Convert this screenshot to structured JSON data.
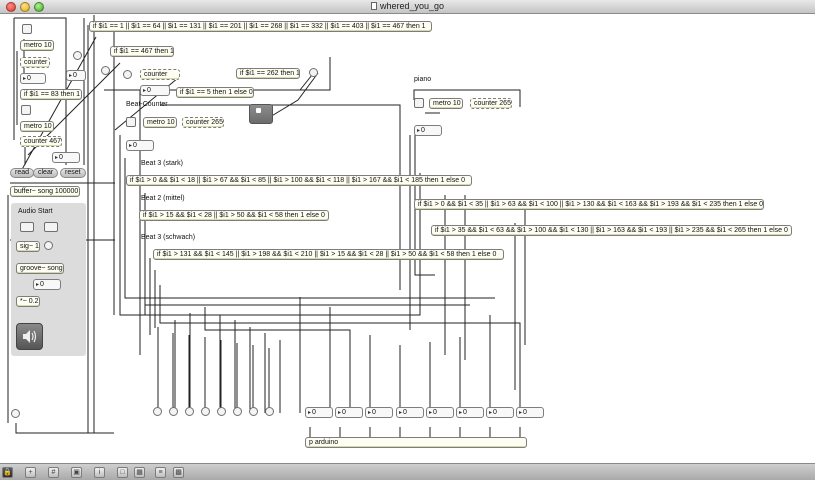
{
  "window": {
    "title": "whered_you_go"
  },
  "objects": {
    "cond_top": "if $i1 == 1 || $i1 == 64 || $i1 == 131 || $i1 == 201 || $i1 == 268 || $i1 == 332 || $i1 == 403 || $i1 == 467 then 1",
    "metro_a": "metro 10",
    "counter_a": "counter",
    "num_a": "0",
    "num_a2": "0",
    "cond_83": "if $i1 == 83 then 1",
    "metro_b": "metro 10",
    "counter_467": "counter 467",
    "num_b": "0",
    "cond_467": "if $i1 == 467 then 1",
    "counter_c": "counter",
    "num_c": "0",
    "cond_262": "if $i1 == 262 then 1",
    "cond_5": "if $i1 == 5 then 1 else 0",
    "beat_counter_label": "Beat-Counter",
    "metro_d": "metro 10",
    "counter_265_d": "counter 265",
    "num_d": "0",
    "piano_label": "piano",
    "metro_e": "metro 10",
    "counter_265_e": "counter 265",
    "num_e": "0",
    "beat3_stark_label": "Beat 3 (stark)",
    "cond_stark": "if $i1 > 0 && $i1 < 18 || $i1 > 67 && $i1 < 85 || $i1 > 100 && $i1 < 118 || $i1 > 167 && $i1 < 185 then 1 else 0",
    "beat2_label": "Beat 2 (mittel)",
    "cond_mittel": "if $i1 > 15 && $i1 < 28 || $i1 > 50 && $i1 < 58 then 1 else 0",
    "beat3_schwach_label": "Beat 3 (schwach)",
    "cond_schwach": "if $i1 > 131 && $i1 < 145 || $i1 > 198 && $i1 < 210 || $i1 > 15 && $i1 < 28 || $i1 > 50 && $i1 < 58 then 1 else 0",
    "cond_piano1": "if $i1 > 0 && $i1 < 35 || $i1 > 63 && $i1 < 100 || $i1 > 130 && $i1 < 163 && $i1 > 193 && $i1 < 235 then 1 else 0",
    "cond_piano2": "if $i1 > 35 && $i1 < 63 && $i1 > 100 && $i1 < 130 || $i1 > 163 && $i1 < 193 || $i1 > 235 && $i1 < 265 then 1 else 0",
    "msg_read": "read",
    "msg_clear": "clear",
    "msg_reset": "reset",
    "buffer": "buffer~ song 100000",
    "audio_start_label": "Audio Start",
    "sig": "sig~ 1",
    "groove": "groove~ song",
    "num_groove": "0",
    "gain": "*~ 0.2",
    "p_arduino": "p arduino",
    "out_nums": [
      "0",
      "0",
      "0",
      "0",
      "0",
      "0",
      "0",
      "0"
    ]
  },
  "icons": {
    "speaker": "speaker-icon",
    "lock": "lock-icon"
  },
  "colors": {
    "object_bg": "#fdfdf2",
    "audio_panel": "#dcdcdc",
    "patch_cord": "#222222",
    "signal_cord": "#c8d27a"
  }
}
